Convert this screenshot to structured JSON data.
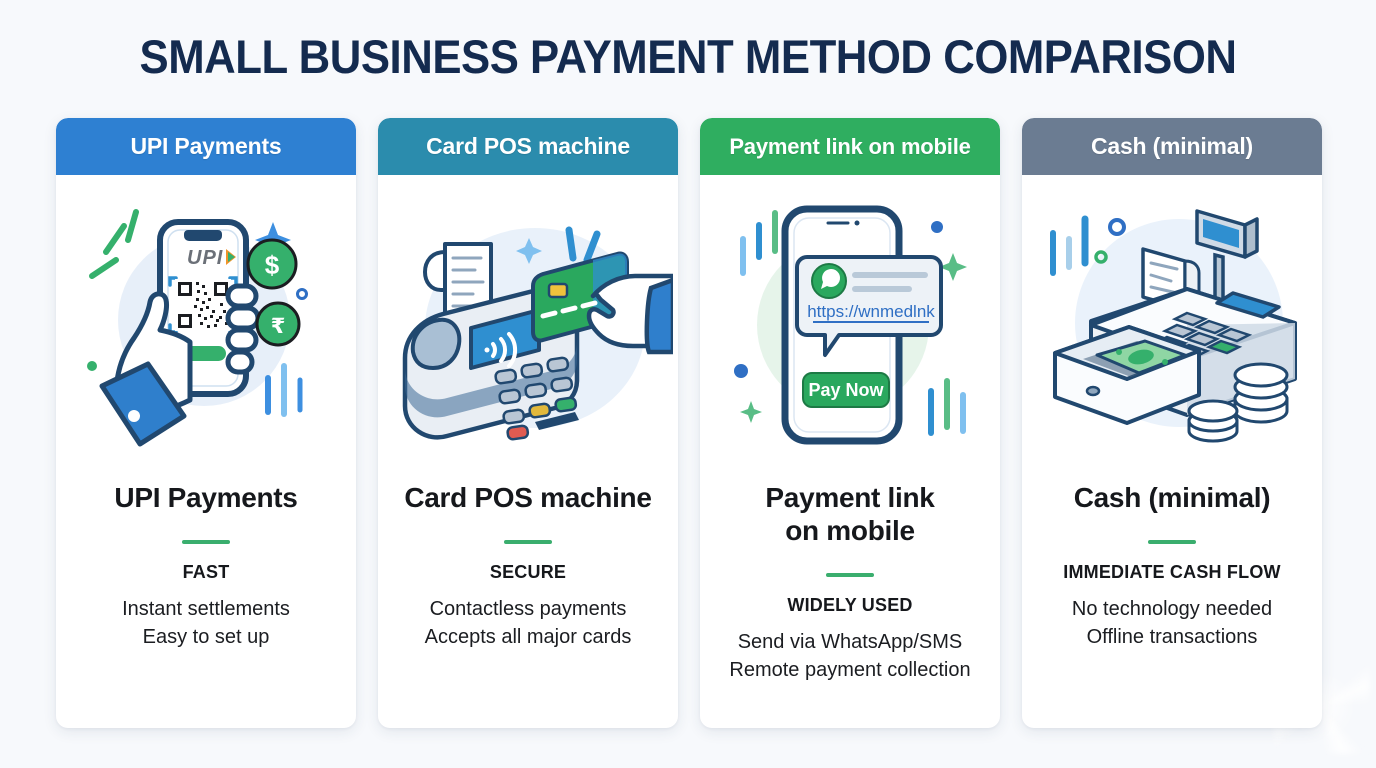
{
  "page": {
    "title": "SMALL BUSINESS PAYMENT METHOD COMPARISON",
    "background_color": "#f7f9fc",
    "title_color": "#142b4f",
    "accent_divider_color": "#3aae6e"
  },
  "cards": [
    {
      "header": "UPI Payments",
      "header_color": "#2e80d2",
      "name": "UPI Payments",
      "tag": "FAST",
      "features": [
        "Instant settlements",
        "Easy to set up"
      ],
      "illustration": {
        "name": "hand-holding-phone-upi-qr",
        "labels": {
          "logo": "UPI",
          "coin_dollar": "$",
          "coin_rupee": "₹"
        }
      }
    },
    {
      "header": "Card POS machine",
      "header_color": "#2b8cad",
      "name": "Card POS machine",
      "tag": "SECURE",
      "features": [
        "Contactless payments",
        "Accepts all major cards"
      ],
      "illustration": {
        "name": "pos-terminal-contactless-card",
        "labels": {}
      }
    },
    {
      "header": "Payment link on mobile",
      "header_color": "#2fae60",
      "name": "Payment link\non mobile",
      "tag": "WIDELY USED",
      "features": [
        "Send via WhatsApp/SMS",
        "Remote payment collection"
      ],
      "illustration": {
        "name": "phone-whatsapp-payment-link",
        "labels": {
          "url": "https://wnmedlnk",
          "button": "Pay Now"
        }
      }
    },
    {
      "header": "Cash (minimal)",
      "header_color": "#6b7c92",
      "name": "Cash (minimal)",
      "tag": "IMMEDIATE CASH FLOW",
      "features": [
        "No technology needed",
        "Offline transactions"
      ],
      "illustration": {
        "name": "cash-register-open-drawer",
        "labels": {}
      }
    }
  ]
}
